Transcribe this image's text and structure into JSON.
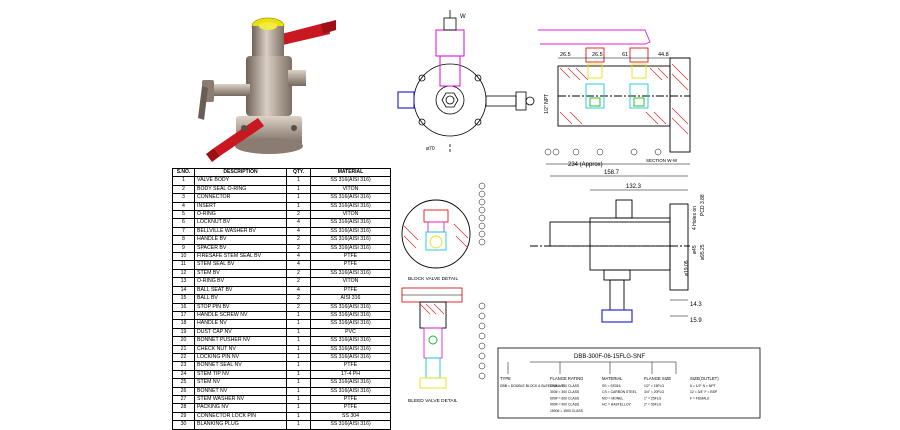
{
  "table": {
    "headers": [
      "S.NO.",
      "DESCRIPTION",
      "QTY.",
      "MATERIAL"
    ],
    "rows": [
      [
        "1",
        "VALVE BODY",
        "1",
        "SS 316(AISI 316)"
      ],
      [
        "2",
        "BODY SEAL O-RING",
        "1",
        "VITON"
      ],
      [
        "3",
        "CONNECTOR",
        "1",
        "SS 316(AISI 316)"
      ],
      [
        "4",
        "INSERT",
        "1",
        "SS 316(AISI 316)"
      ],
      [
        "5",
        "O-RING",
        "2",
        "VITON"
      ],
      [
        "6",
        "LOCKNUT BV",
        "4",
        "SS 316(AISI 316)"
      ],
      [
        "7",
        "BELLVILLE WASHER BV",
        "4",
        "SS 316(AISI 316)"
      ],
      [
        "8",
        "HANDLE BV",
        "2",
        "SS 316(AISI 316)"
      ],
      [
        "9",
        "SPACER BV",
        "2",
        "SS 316(AISI 316)"
      ],
      [
        "10",
        "FIRESAFE STEM SEAL BV",
        "4",
        "PTFE"
      ],
      [
        "11",
        "STEM SEAL BV",
        "4",
        "PTFE"
      ],
      [
        "12",
        "STEM BV",
        "2",
        "SS 316(AISI 316)"
      ],
      [
        "13",
        "O-RING BV",
        "2",
        "VITON"
      ],
      [
        "14",
        "BALL SEAT BV",
        "4",
        "PTFE"
      ],
      [
        "15",
        "BALL BV",
        "2",
        "AISI 316"
      ],
      [
        "16",
        "STOP PIN BV",
        "2",
        "SS 316(AISI 316)"
      ],
      [
        "17",
        "HANDLE SCREW NV",
        "1",
        "SS 316(AISI 316)"
      ],
      [
        "18",
        "HANDLE NV",
        "1",
        "SS 316(AISI 316)"
      ],
      [
        "19",
        "DUST CAP NV",
        "1",
        "PVC"
      ],
      [
        "20",
        "BONNET PUSHER NV",
        "1",
        "SS 316(AISI 316)"
      ],
      [
        "21",
        "CHECK NUT NV",
        "1",
        "SS 316(AISI 316)"
      ],
      [
        "22",
        "LOCKING PIN NV",
        "1",
        "SS 316(AISI 316)"
      ],
      [
        "23",
        "BONNET SEAL NV",
        "1",
        "PTFE"
      ],
      [
        "24",
        "STEM TIP NV",
        "1",
        "17-4 PH"
      ],
      [
        "25",
        "STEM NV",
        "1",
        "SS 316(AISI 316)"
      ],
      [
        "26",
        "BONNET NV",
        "1",
        "SS 316(AISI 316)"
      ],
      [
        "27",
        "STEM WASHER NV",
        "1",
        "PTFE"
      ],
      [
        "28",
        "PACKING NV",
        "1",
        "PTFE"
      ],
      [
        "29",
        "CONNECTOR LOCK PIN",
        "1",
        "SS 304"
      ],
      [
        "30",
        "BLANKING PLUG",
        "1",
        "SS 316(AISI 316)"
      ]
    ]
  },
  "labels": {
    "section": "SECTION W-W",
    "block_detail": "BLOCK VALVE DETAIL",
    "bleed_detail": "BLEED VALVE DETAIL",
    "approx": "234 (Approx)",
    "npt": "1/2\" NPT",
    "pcd": "PCD 3.88",
    "holes": "4 Holes on",
    "w_mark": "W"
  },
  "dims": {
    "d_26_5": "26.5",
    "d_61": "61",
    "d_44_8": "44.8",
    "d_158_7": "158.7",
    "d_132_3": "132.3",
    "d_14_3": "14.3",
    "d_15_9": "15.9",
    "d_95_25": "ø95.25",
    "d_45": "ø45",
    "d_19": "ø19.05",
    "d_70": "ø70"
  },
  "code": {
    "title": "DBB-300F-06-15FLG-SNF",
    "type_head": "TYPE",
    "type_val": "DBB = DOUBLE BLOCK & BLEED VALVE",
    "rating_head": "FLANGE RATING",
    "rating_vals": [
      "150# = 150 CLASS",
      "300# = 300 CLASS",
      "600# = 600 CLASS",
      "900# = 900 CLASS",
      "1500# = 1500 CLASS"
    ],
    "material_head": "MATERIAL",
    "material_vals": [
      "SS = SS316",
      "CS = CARBON STEEL",
      "MO = MONEL",
      "HC = HASTELLOY"
    ],
    "size_head": "FLANGE SIZE",
    "size_vals": [
      "1/2\" = 15FLG",
      "3/4\" = 20FLG",
      "1\" = 25FLG",
      "2\" = 50FLG"
    ],
    "outlet_head": "SIZE(OUTLET)",
    "outlet_vals": [
      "6 = 1/2\"  N = NPT",
      "12 = 3/4\"  F = BSP",
      "F = FEMALE"
    ]
  },
  "colors": {
    "magenta": "#e020e0",
    "red": "#e01818",
    "blue": "#2a2ad8",
    "cyan": "#18c8e0",
    "yellow": "#e8e010",
    "green": "#18b818",
    "valve_red": "#c81820",
    "steel": "#b8a898"
  }
}
